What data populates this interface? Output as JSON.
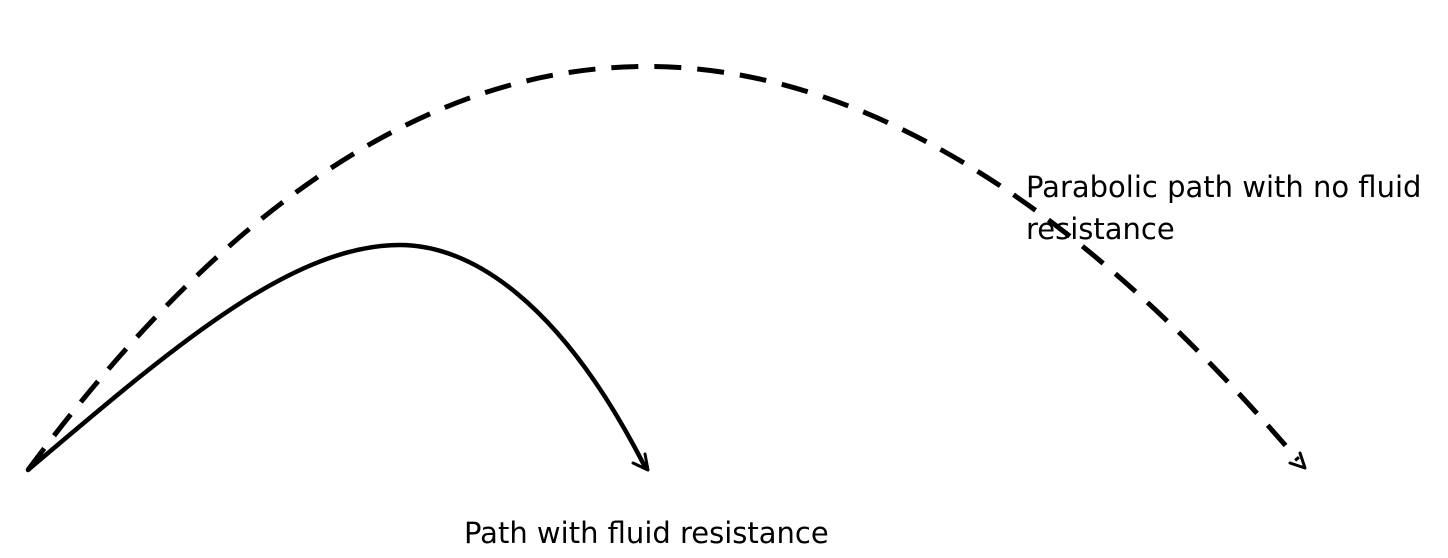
{
  "diagram": {
    "labels": {
      "parabolic_line1": "Parabolic path with no fluid",
      "parabolic_line2": "resistance",
      "fluid_resistance": "Path with fluid resistance"
    },
    "paths": [
      {
        "name": "parabolic-path-no-resistance",
        "style": "dashed",
        "color": "#000000",
        "arrowhead": true
      },
      {
        "name": "path-with-fluid-resistance",
        "style": "solid",
        "color": "#000000",
        "arrowhead": true
      }
    ],
    "background": "#ffffff"
  }
}
